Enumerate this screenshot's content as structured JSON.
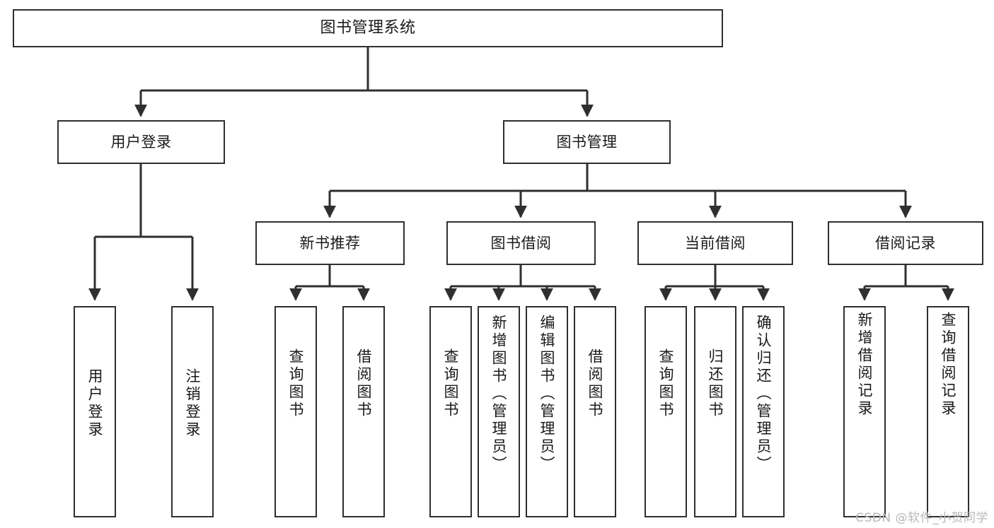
{
  "diagram": {
    "title": "图书管理系统",
    "type": "功能结构图",
    "watermark": "CSDN @软件_小贺同学",
    "colors": {
      "stroke": "#2f2f2f",
      "fill": "#ffffff",
      "text": "#1a1a1a",
      "watermark": "#b8b8b8"
    },
    "root": {
      "label": "图书管理系统"
    },
    "level2": [
      {
        "label": "用户登录"
      },
      {
        "label": "图书管理"
      }
    ],
    "level3": [
      {
        "label": "新书推荐"
      },
      {
        "label": "图书借阅"
      },
      {
        "label": "当前借阅"
      },
      {
        "label": "借阅记录"
      }
    ],
    "leaves": {
      "user_login": [
        {
          "label": "用户登录"
        },
        {
          "label": "注销登录"
        }
      ],
      "new_book_recommend": [
        {
          "label": "查询图书"
        },
        {
          "label": "借阅图书"
        }
      ],
      "book_borrow": [
        {
          "label": "查询图书"
        },
        {
          "label": "新增图书（管理员）"
        },
        {
          "label": "编辑图书（管理员）"
        },
        {
          "label": "借阅图书"
        }
      ],
      "current_borrow": [
        {
          "label": "查询图书"
        },
        {
          "label": "归还图书"
        },
        {
          "label": "确认归还（管理员）"
        }
      ],
      "borrow_records": [
        {
          "label": "新增借阅记录"
        },
        {
          "label": "查询借阅记录"
        }
      ]
    }
  }
}
